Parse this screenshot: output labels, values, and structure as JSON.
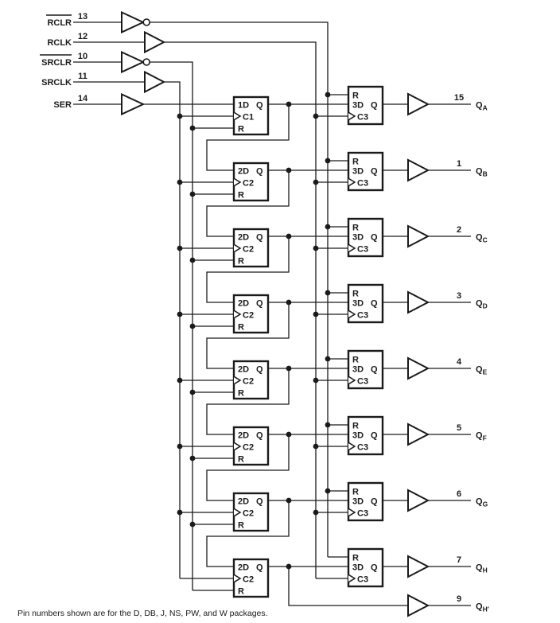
{
  "colors": {
    "ink": "#1a1a1a",
    "background": "#ffffff"
  },
  "inputs": [
    {
      "name": "RCLR",
      "pin": "13",
      "overline": true,
      "gate": "inverter"
    },
    {
      "name": "RCLK",
      "pin": "12",
      "overline": false,
      "gate": "buffer"
    },
    {
      "name": "SRCLR",
      "pin": "10",
      "overline": true,
      "gate": "inverter"
    },
    {
      "name": "SRCLK",
      "pin": "11",
      "overline": false,
      "gate": "buffer"
    },
    {
      "name": "SER",
      "pin": "14",
      "overline": false,
      "gate": "buffer"
    }
  ],
  "stages": [
    {
      "shift": {
        "d": "1D",
        "q": "Q",
        "c": "C1",
        "r": "R"
      },
      "storage": {
        "r": "R",
        "d": "3D",
        "q": "Q",
        "c": "C3"
      },
      "pin": "15",
      "q": "Q",
      "sub": "A"
    },
    {
      "shift": {
        "d": "2D",
        "q": "Q",
        "c": "C2",
        "r": "R"
      },
      "storage": {
        "r": "R",
        "d": "3D",
        "q": "Q",
        "c": "C3"
      },
      "pin": "1",
      "q": "Q",
      "sub": "B"
    },
    {
      "shift": {
        "d": "2D",
        "q": "Q",
        "c": "C2",
        "r": "R"
      },
      "storage": {
        "r": "R",
        "d": "3D",
        "q": "Q",
        "c": "C3"
      },
      "pin": "2",
      "q": "Q",
      "sub": "C"
    },
    {
      "shift": {
        "d": "2D",
        "q": "Q",
        "c": "C2",
        "r": "R"
      },
      "storage": {
        "r": "R",
        "d": "3D",
        "q": "Q",
        "c": "C3"
      },
      "pin": "3",
      "q": "Q",
      "sub": "D"
    },
    {
      "shift": {
        "d": "2D",
        "q": "Q",
        "c": "C2",
        "r": "R"
      },
      "storage": {
        "r": "R",
        "d": "3D",
        "q": "Q",
        "c": "C3"
      },
      "pin": "4",
      "q": "Q",
      "sub": "E"
    },
    {
      "shift": {
        "d": "2D",
        "q": "Q",
        "c": "C2",
        "r": "R"
      },
      "storage": {
        "r": "R",
        "d": "3D",
        "q": "Q",
        "c": "C3"
      },
      "pin": "5",
      "q": "Q",
      "sub": "F"
    },
    {
      "shift": {
        "d": "2D",
        "q": "Q",
        "c": "C2",
        "r": "R"
      },
      "storage": {
        "r": "R",
        "d": "3D",
        "q": "Q",
        "c": "C3"
      },
      "pin": "6",
      "q": "Q",
      "sub": "G"
    },
    {
      "shift": {
        "d": "2D",
        "q": "Q",
        "c": "C2",
        "r": "R"
      },
      "storage": {
        "r": "R",
        "d": "3D",
        "q": "Q",
        "c": "C3"
      },
      "pin": "7",
      "q": "Q",
      "sub": "H"
    }
  ],
  "extra_output": {
    "pin": "9",
    "q": "Q",
    "sub": "H′"
  },
  "note": "Pin numbers shown are for the D, DB, J, NS, PW, and W packages."
}
